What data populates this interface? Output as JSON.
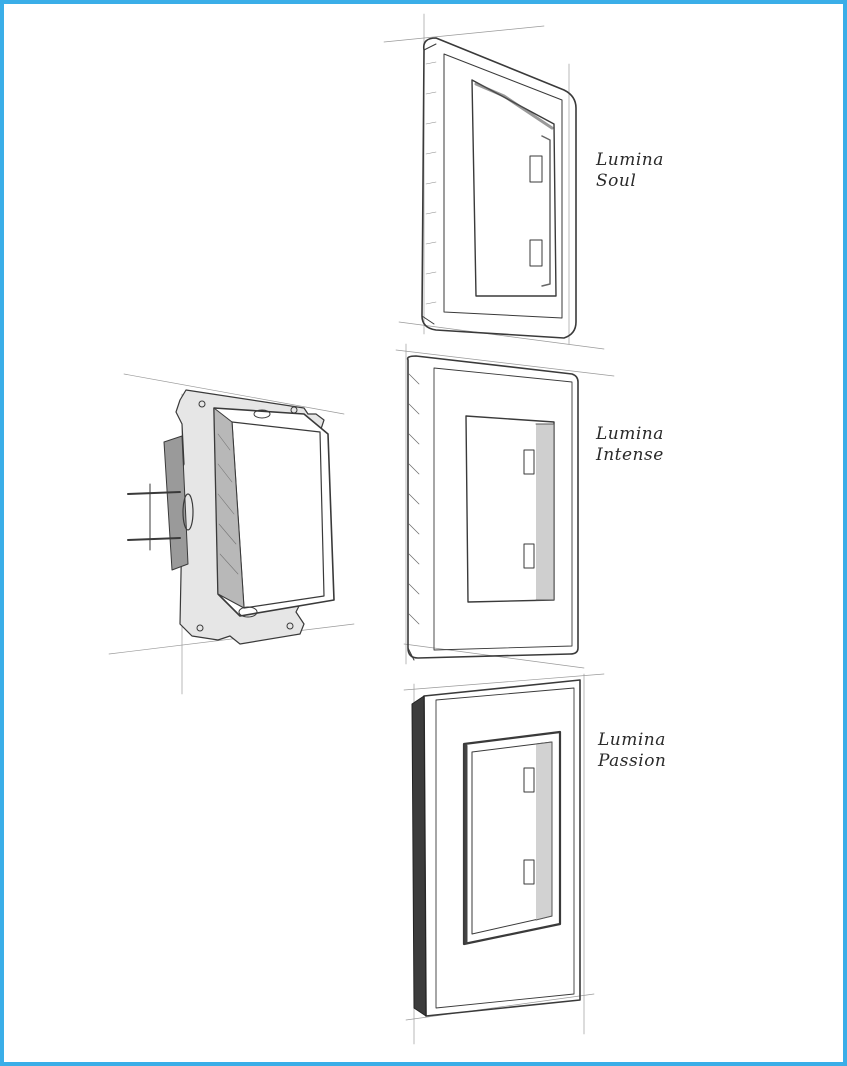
{
  "labels": {
    "soul": {
      "line1": "Lumina",
      "line2": "Soul"
    },
    "intense": {
      "line1": "Lumina",
      "line2": "Intense"
    },
    "passion": {
      "line1": "Lumina",
      "line2": "Passion"
    }
  },
  "colors": {
    "frame_border": "#3aaee8",
    "pencil": "#3a3a3a",
    "shade": "#8a8a8a"
  }
}
